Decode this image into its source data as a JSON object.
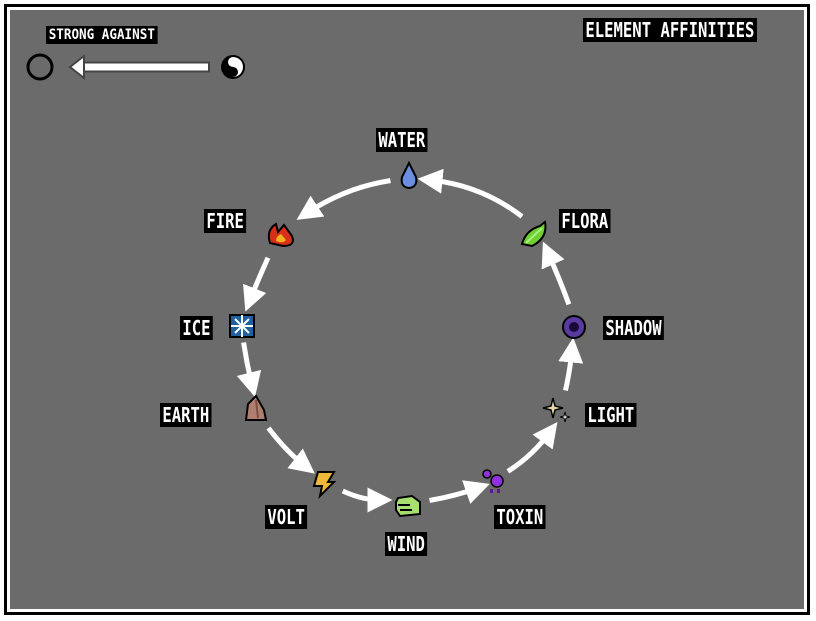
{
  "title": "ELEMENT AFFINITIES",
  "legend": {
    "label": "STRONG AGAINST",
    "target_icon": "empty-circle-icon",
    "source_icon": "yin-yang-icon",
    "arrow_direction": "left"
  },
  "colors": {
    "background": "#6b6b6b",
    "frame": "#000000",
    "arrow": "#ffffff",
    "label_bg": "#000000",
    "label_text": "#ffffff"
  },
  "elements": [
    {
      "name": "WATER",
      "icon": "water-drop-icon",
      "color": "#6a8fe0"
    },
    {
      "name": "FIRE",
      "icon": "flame-icon",
      "color": "#e0401c"
    },
    {
      "name": "ICE",
      "icon": "snowflake-icon",
      "color": "#4aa0e8"
    },
    {
      "name": "EARTH",
      "icon": "rock-icon",
      "color": "#b07e70"
    },
    {
      "name": "VOLT",
      "icon": "lightning-icon",
      "color": "#f0b838"
    },
    {
      "name": "WIND",
      "icon": "wind-gust-icon",
      "color": "#a8e070"
    },
    {
      "name": "TOXIN",
      "icon": "toxic-bubbles-icon",
      "color": "#9030e0"
    },
    {
      "name": "LIGHT",
      "icon": "sparkle-icon",
      "color": "#e8d8b0"
    },
    {
      "name": "SHADOW",
      "icon": "dark-orb-icon",
      "color": "#5a3aa0"
    },
    {
      "name": "FLORA",
      "icon": "leaf-icon",
      "color": "#70d030"
    }
  ],
  "relations": [
    {
      "from": "WATER",
      "to": "FIRE"
    },
    {
      "from": "FIRE",
      "to": "ICE"
    },
    {
      "from": "ICE",
      "to": "EARTH"
    },
    {
      "from": "EARTH",
      "to": "VOLT"
    },
    {
      "from": "VOLT",
      "to": "WIND"
    },
    {
      "from": "WIND",
      "to": "TOXIN"
    },
    {
      "from": "TOXIN",
      "to": "LIGHT"
    },
    {
      "from": "LIGHT",
      "to": "SHADOW"
    },
    {
      "from": "SHADOW",
      "to": "FLORA"
    },
    {
      "from": "FLORA",
      "to": "WATER"
    }
  ]
}
